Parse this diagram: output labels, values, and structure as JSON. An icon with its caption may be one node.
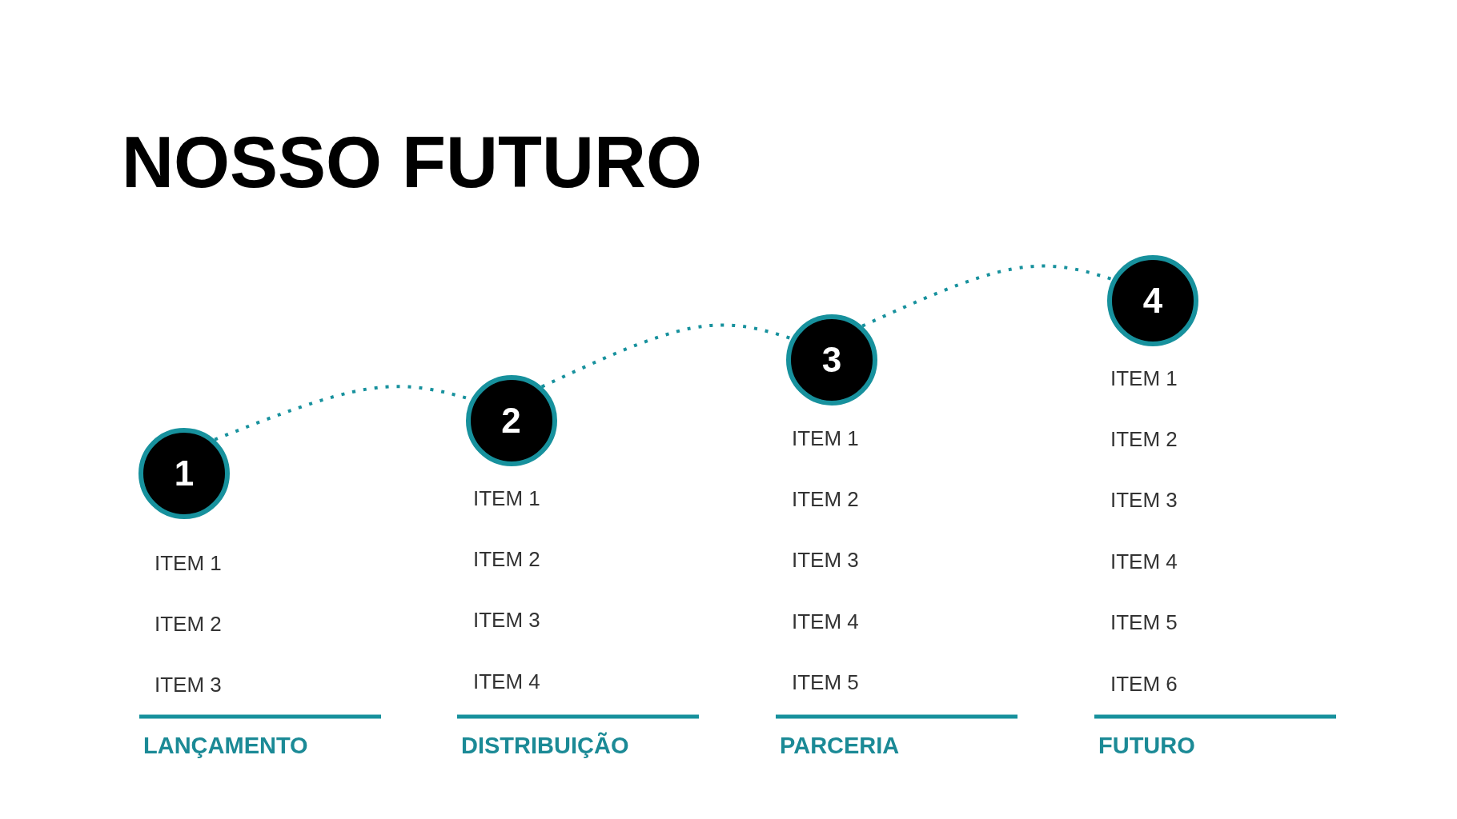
{
  "diagram": {
    "title": "NOSSO FUTURO",
    "nodes": [
      {
        "text": [
          "1"
        ],
        "beside": [
          "ITEM 1",
          "ITEM 2",
          "ITEM 3"
        ]
      },
      {
        "text": [
          "2"
        ],
        "beside": [
          "ITEM 1",
          "ITEM 2",
          "ITEM 3",
          "ITEM 4"
        ]
      },
      {
        "text": [
          "3"
        ],
        "beside": [
          "ITEM 1",
          "ITEM 2",
          "ITEM 3",
          "ITEM 4",
          "ITEM 5"
        ]
      },
      {
        "text": [
          "4"
        ],
        "beside": [
          "ITEM 1",
          "ITEM 2",
          "ITEM 3",
          "ITEM 4",
          "ITEM 5",
          "ITEM 6"
        ]
      }
    ],
    "edges": [
      {
        "from": 0,
        "to": 1,
        "arrow": "none",
        "style": "dashed"
      },
      {
        "from": 1,
        "to": 2,
        "arrow": "none",
        "style": "dashed"
      },
      {
        "from": 2,
        "to": 3,
        "arrow": "none",
        "style": "dashed"
      }
    ],
    "labels": [
      "LANÇAMENTO",
      "DISTRIBUIÇÃO",
      "PARCERIA",
      "FUTURO"
    ]
  }
}
